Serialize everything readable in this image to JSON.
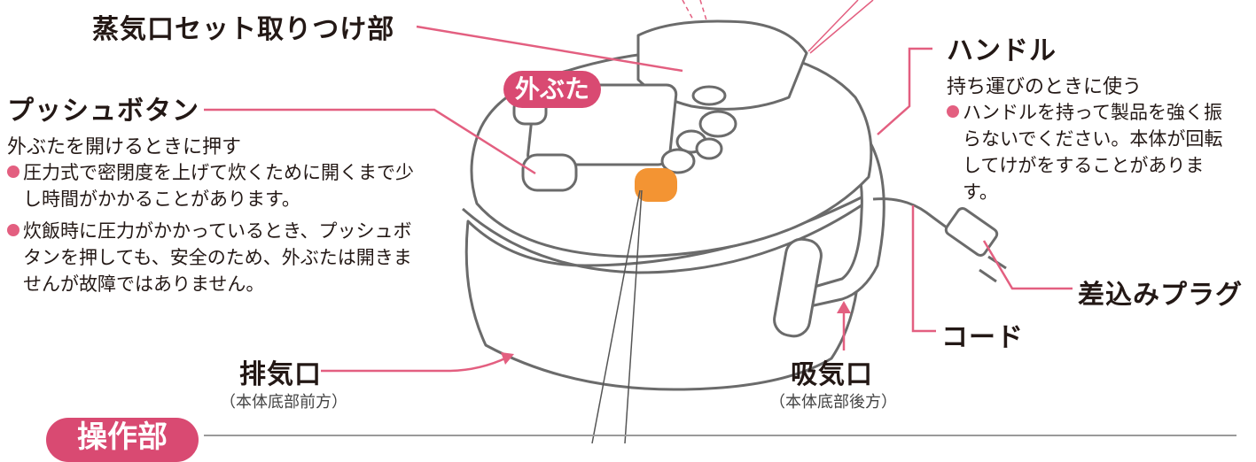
{
  "labels": {
    "steam_port_mount": "蒸気口セット取りつけ部",
    "outer_lid": "外ぶた",
    "push_button": "プッシュボタン",
    "push_button_desc": "外ぶたを開けるときに押す",
    "push_notes": [
      "圧力式で密閉度を上げて炊くために開くまで少し時間がかかることがあります。",
      "炊飯時に圧力がかかっているとき、プッシュボタンを押しても、安全のため、外ぶたは開きませんが故障ではありません。"
    ],
    "handle": "ハンドル",
    "handle_desc": "持ち運びのときに使う",
    "handle_note": "ハンドルを持って製品を強く振らないでください。本体が回転してけがをすることがあります。",
    "plug": "差込みプラグ",
    "cord": "コード",
    "exhaust": "排気口",
    "exhaust_sub": "（本体底部前方）",
    "intake": "吸気口",
    "intake_sub": "（本体底部後方）",
    "control_panel": "操作部"
  },
  "colors": {
    "accent": "#d94a72",
    "leader": "#e35f80",
    "body_outline": "#6b6b6b",
    "button_orange": "#f39433"
  }
}
